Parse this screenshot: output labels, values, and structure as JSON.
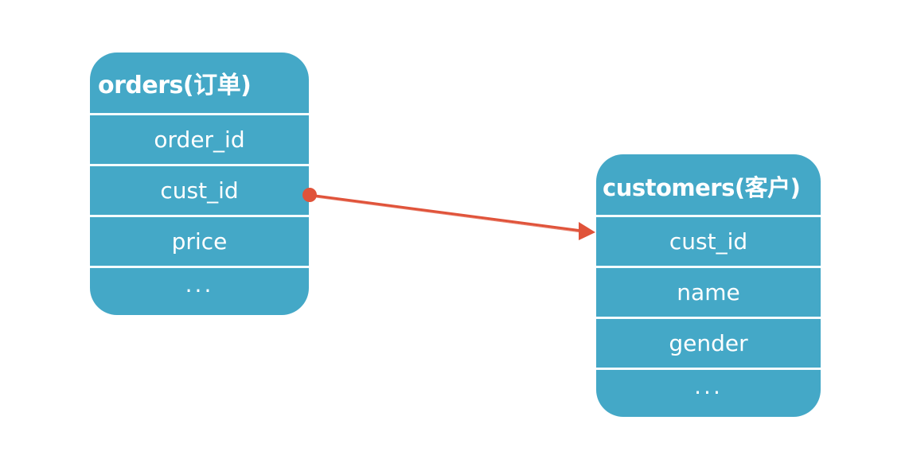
{
  "orders": {
    "title": "orders(订单)",
    "fields": [
      {
        "name": "order_id"
      },
      {
        "name": "cust_id"
      },
      {
        "name": "price"
      },
      {
        "name": "..."
      }
    ]
  },
  "customers": {
    "title": "customers(客户)",
    "fields": [
      {
        "name": "cust_id"
      },
      {
        "name": "name"
      },
      {
        "name": "gender"
      },
      {
        "name": "..."
      }
    ]
  },
  "colors": {
    "entity_fill": "#44a8c7",
    "connector": "#e0533a",
    "divider": "#f4fbfd",
    "text": "#ffffff"
  }
}
